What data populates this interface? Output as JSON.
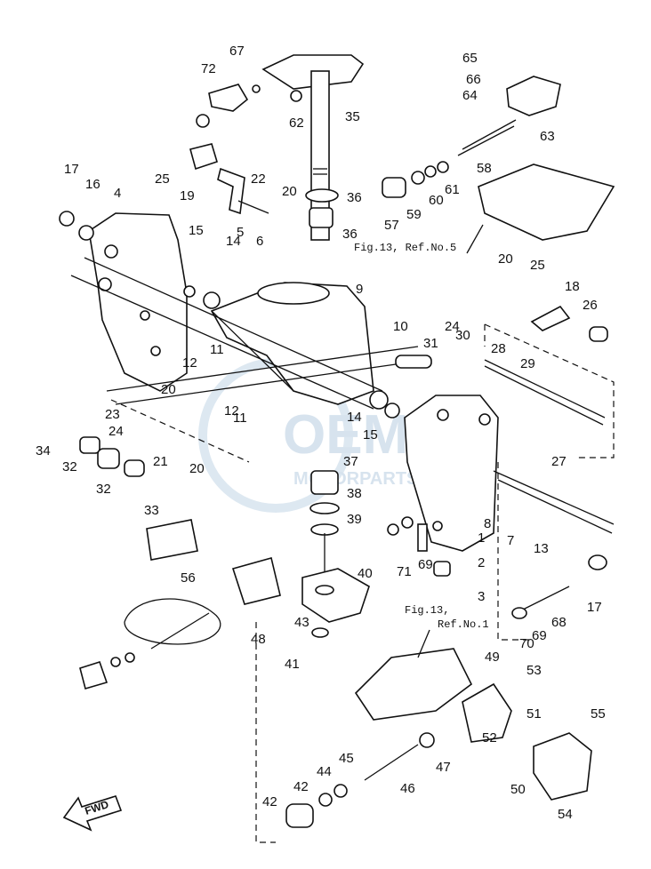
{
  "watermark": {
    "brand": "OEM",
    "sub": "MOTORPARTS"
  },
  "fig_refs": [
    {
      "id": "ref-no5",
      "line1": "Fig.13, Ref.No.5",
      "line2": ""
    },
    {
      "id": "ref-no1",
      "line1": "Fig.13,",
      "line2": "Ref.No.1"
    }
  ],
  "fwd_label": "FWD",
  "callouts": [
    "1",
    "2",
    "3",
    "4",
    "5",
    "6",
    "7",
    "8",
    "9",
    "10",
    "11",
    "11",
    "12",
    "12",
    "13",
    "14",
    "14",
    "15",
    "15",
    "16",
    "17",
    "17",
    "18",
    "19",
    "20",
    "20",
    "20",
    "20",
    "21",
    "22",
    "23",
    "24",
    "24",
    "25",
    "25",
    "26",
    "27",
    "28",
    "29",
    "30",
    "31",
    "32",
    "32",
    "33",
    "34",
    "35",
    "36",
    "36",
    "37",
    "38",
    "39",
    "40",
    "41",
    "42",
    "42",
    "43",
    "44",
    "45",
    "46",
    "47",
    "48",
    "49",
    "50",
    "51",
    "52",
    "53",
    "54",
    "55",
    "56",
    "57",
    "58",
    "59",
    "60",
    "61",
    "62",
    "63",
    "64",
    "65",
    "66",
    "67",
    "68",
    "69",
    "69",
    "70",
    "71",
    "72"
  ],
  "colors": {
    "ink": "#111111",
    "watermark": "#d7e3ee"
  }
}
